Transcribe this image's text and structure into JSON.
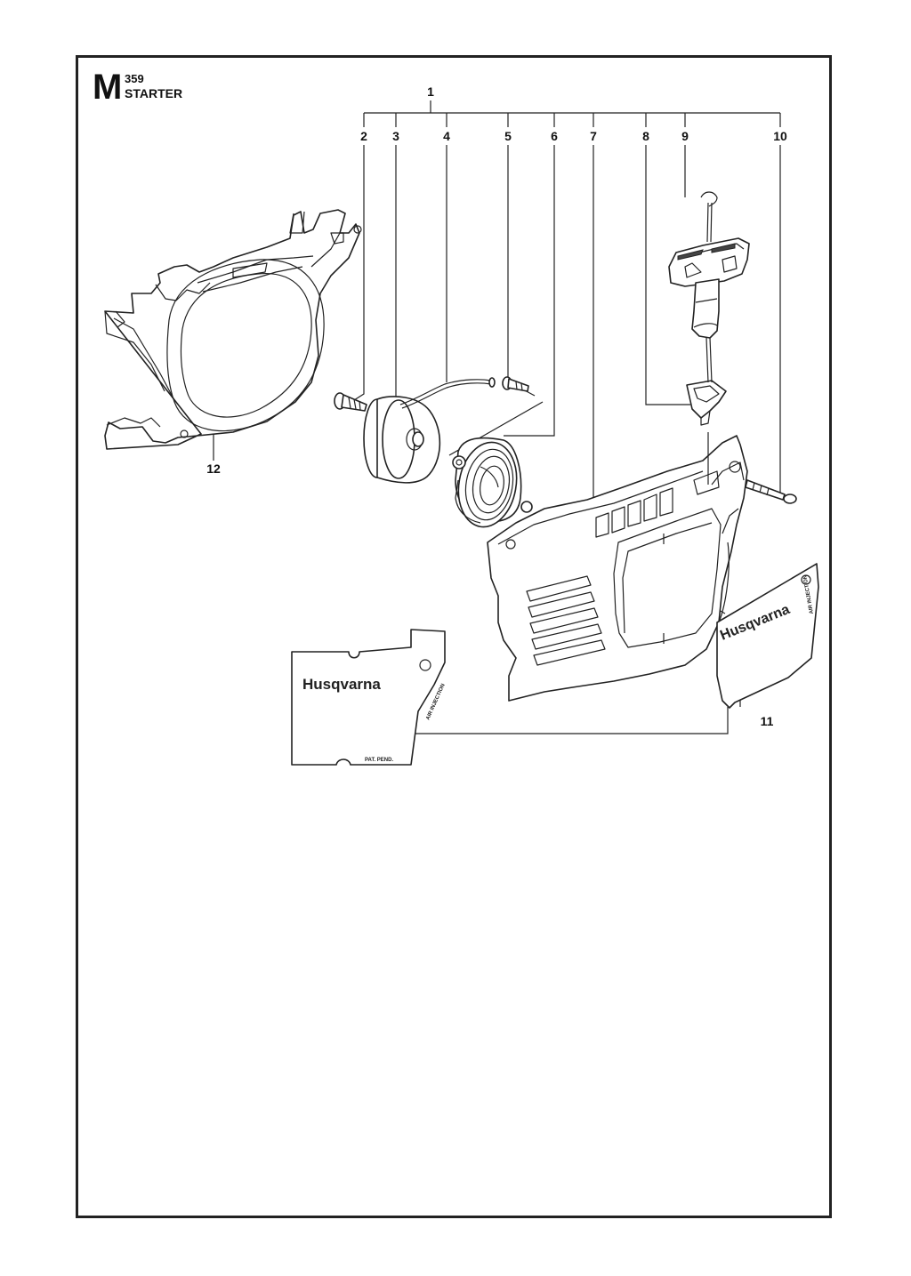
{
  "header": {
    "section_letter": "M",
    "model": "359",
    "title": "STARTER"
  },
  "callouts": [
    "1",
    "2",
    "3",
    "4",
    "5",
    "6",
    "7",
    "8",
    "9",
    "10",
    "11",
    "12"
  ],
  "decal": {
    "brand": "Husqvarna",
    "air_label": "AIR INJECTION",
    "patent_label": "PAT. PEND."
  }
}
